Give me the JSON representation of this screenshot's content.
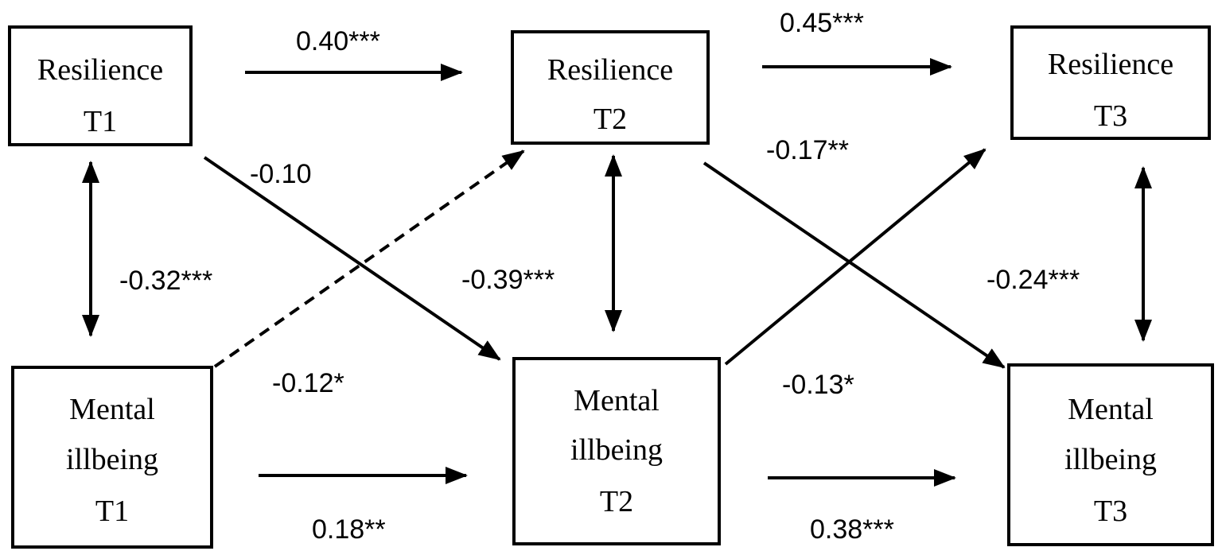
{
  "nodes": {
    "res_t1": {
      "line1": "Resilience",
      "line2": "T1"
    },
    "res_t2": {
      "line1": "Resilience",
      "line2": "T2"
    },
    "res_t3": {
      "line1": "Resilience",
      "line2": "T3"
    },
    "mi_t1": {
      "line1": "Mental",
      "line2": "illbeing",
      "line3": "T1"
    },
    "mi_t2": {
      "line1": "Mental",
      "line2": "illbeing",
      "line3": "T2"
    },
    "mi_t3": {
      "line1": "Mental",
      "line2": "illbeing",
      "line3": "T3"
    }
  },
  "paths": {
    "res_t1_res_t2": "0.40***",
    "res_t2_res_t3": "0.45***",
    "res_t1_mi_t2": "-0.10",
    "res_t2_mi_t3": "-0.17**",
    "cov_t1": "-0.32***",
    "cov_t2": "-0.39***",
    "cov_t3": "-0.24***",
    "mi_t1_res_t2": "-0.12*",
    "mi_t2_res_t3": "-0.13*",
    "mi_t1_mi_t2": "0.18**",
    "mi_t2_mi_t3": "0.38***"
  },
  "path_styles": {
    "mi_t1_res_t2": "dashed"
  }
}
